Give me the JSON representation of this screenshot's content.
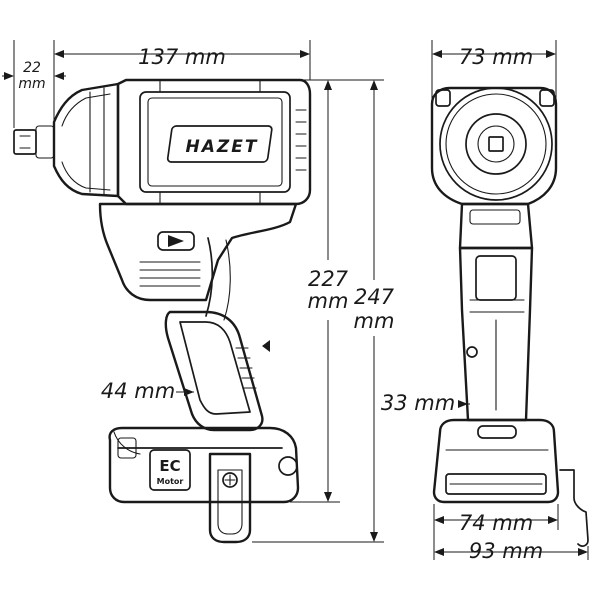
{
  "colors": {
    "line": "#1a1a1a",
    "background": "#ffffff"
  },
  "brand": "HAZET",
  "badge": {
    "top": "EC",
    "bottom": "Motor"
  },
  "dimensions": {
    "overall_length": "137 mm",
    "anvil_offset_value": "22",
    "anvil_offset_unit": "mm",
    "head_width": "73 mm",
    "height_without_anvil_value": "227",
    "height_without_anvil_unit": "mm",
    "overall_height_value": "247",
    "overall_height_unit": "mm",
    "grip_depth": "44 mm",
    "grip_width": "33 mm",
    "battery_width": "74 mm",
    "base_width": "93 mm"
  }
}
